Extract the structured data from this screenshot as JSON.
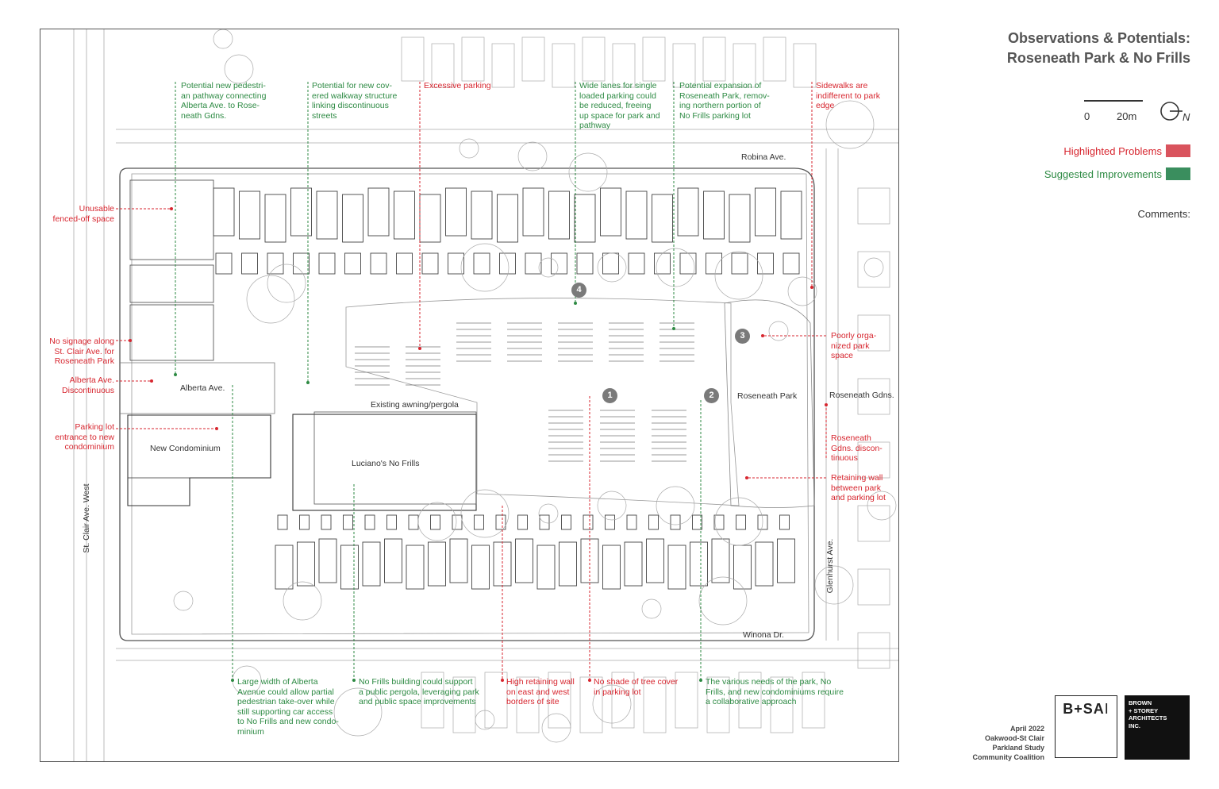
{
  "title": {
    "line1": "Observations & Potentials:",
    "line2": "Roseneath Park & No Frills"
  },
  "scale": {
    "start": "0",
    "end": "20m"
  },
  "north_label": "N",
  "legend": {
    "problems": {
      "label": "Highlighted Problems",
      "color": "#d9535d"
    },
    "improvements": {
      "label": "Suggested Improvements",
      "color": "#3a8e5e"
    }
  },
  "comments_label": "Comments:",
  "footer": {
    "line1": "April 2022",
    "line2": "Oakwood-St Clair",
    "line3": "Parkland Study",
    "line4": "Community Coalition"
  },
  "logo": {
    "mark": "B+SA",
    "mark_suffix": "I",
    "text": [
      "BROWN",
      "+ STOREY",
      "ARCHITECTS",
      "INC."
    ]
  },
  "map_labels": {
    "robina": "Robina Ave.",
    "alberta": "Alberta Ave.",
    "existing_awning": "Existing awning/pergola",
    "roseneath_park": "Roseneath Park",
    "roseneath_gdns": "Roseneath Gdns.",
    "new_condo": "New Condominium",
    "no_frills": "Luciano's No Frills",
    "st_clair": "St. Clair Ave. West",
    "glenhurst": "Glenhurst Ave.",
    "winona": "Winona Dr."
  },
  "markers": [
    "1",
    "2",
    "3",
    "4"
  ],
  "notes": {
    "n_pedestrian": "Potential new pedestri-\nan pathway connecting\nAlberta Ave. to Rose-\nneath Gdns.",
    "n_walkway": "Potential for new cov-\nered walkway structure\nlinking discontinuous\nstreets",
    "n_parking": "Excessive parking",
    "n_lanes": "Wide lanes for single\nloaded parking could\nbe reduced, freeing\nup space for park and\npathway",
    "n_expansion": "Potential expansion of\nRoseneath Park, remov-\ning northern portion of\nNo Frills parking lot",
    "n_sidewalks": "Sidewalks are\nindifferent to park\nedge",
    "n_fenced": "Unusable\nfenced-off space",
    "n_signage": "No signage along\nSt. Clair Ave. for\nRoseneath Park",
    "n_alberta": "Alberta Ave.\nDiscontinuous",
    "n_entrance": "Parking lot\nentrance to new\ncondominium",
    "n_poorly": "Poorly orga-\nnized park\nspace",
    "n_gdns": "Roseneath\nGdns. discon-\ntinuous",
    "n_retaining": "Retaining wall\nbetween park\nand parking lot",
    "n_width": "Large width of Alberta\nAvenue could allow partial\npedestrian take-over while\nstill supporting car access\nto No Frills and new condo-\nminium",
    "n_pergola": "No Frills building could support\na public pergola, leveraging park\nand public space improvements",
    "n_high_wall": "High retaining wall\non east and west\nborders of site",
    "n_shade": "No shade of tree cover\nin parking lot",
    "n_needs": "The various needs of the park, No\nFrills, and new condominiums require\na collaborative approach"
  }
}
